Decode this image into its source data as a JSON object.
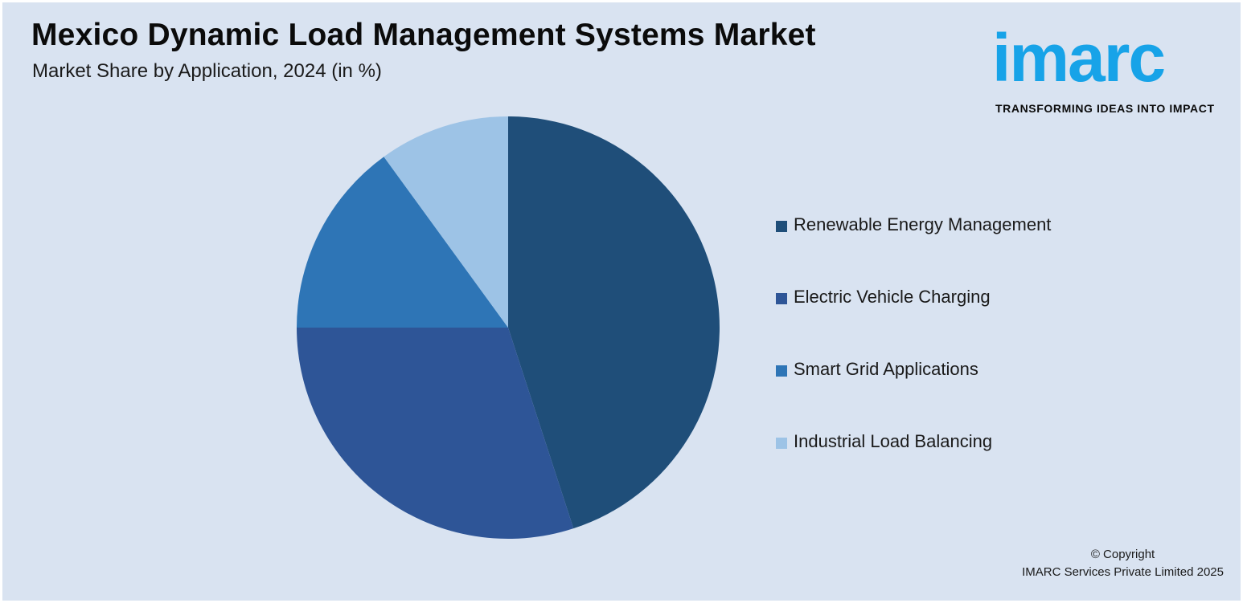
{
  "header": {
    "title": "Mexico Dynamic Load Management Systems Market",
    "subtitle": "Market Share by Application, 2024 (in %)"
  },
  "logo": {
    "wordmark": "imarc",
    "tagline": "TRANSFORMING IDEAS INTO IMPACT",
    "color": "#17a3e8"
  },
  "chart_data": {
    "type": "pie",
    "title": "Mexico Dynamic Load Management Systems Market",
    "subtitle": "Market Share by Application, 2024 (in %)",
    "legend_position": "right",
    "categories": [
      "Renewable Energy Management",
      "Electric Vehicle Charging",
      "Smart Grid Applications",
      "Industrial Load Balancing"
    ],
    "values": [
      45,
      30,
      15,
      10
    ],
    "colors": [
      "#1f4e79",
      "#2e5597",
      "#2e75b6",
      "#9dc3e6"
    ]
  },
  "footer": {
    "copyright_line1": "© Copyright",
    "copyright_line2": "IMARC Services Private Limited 2025"
  }
}
